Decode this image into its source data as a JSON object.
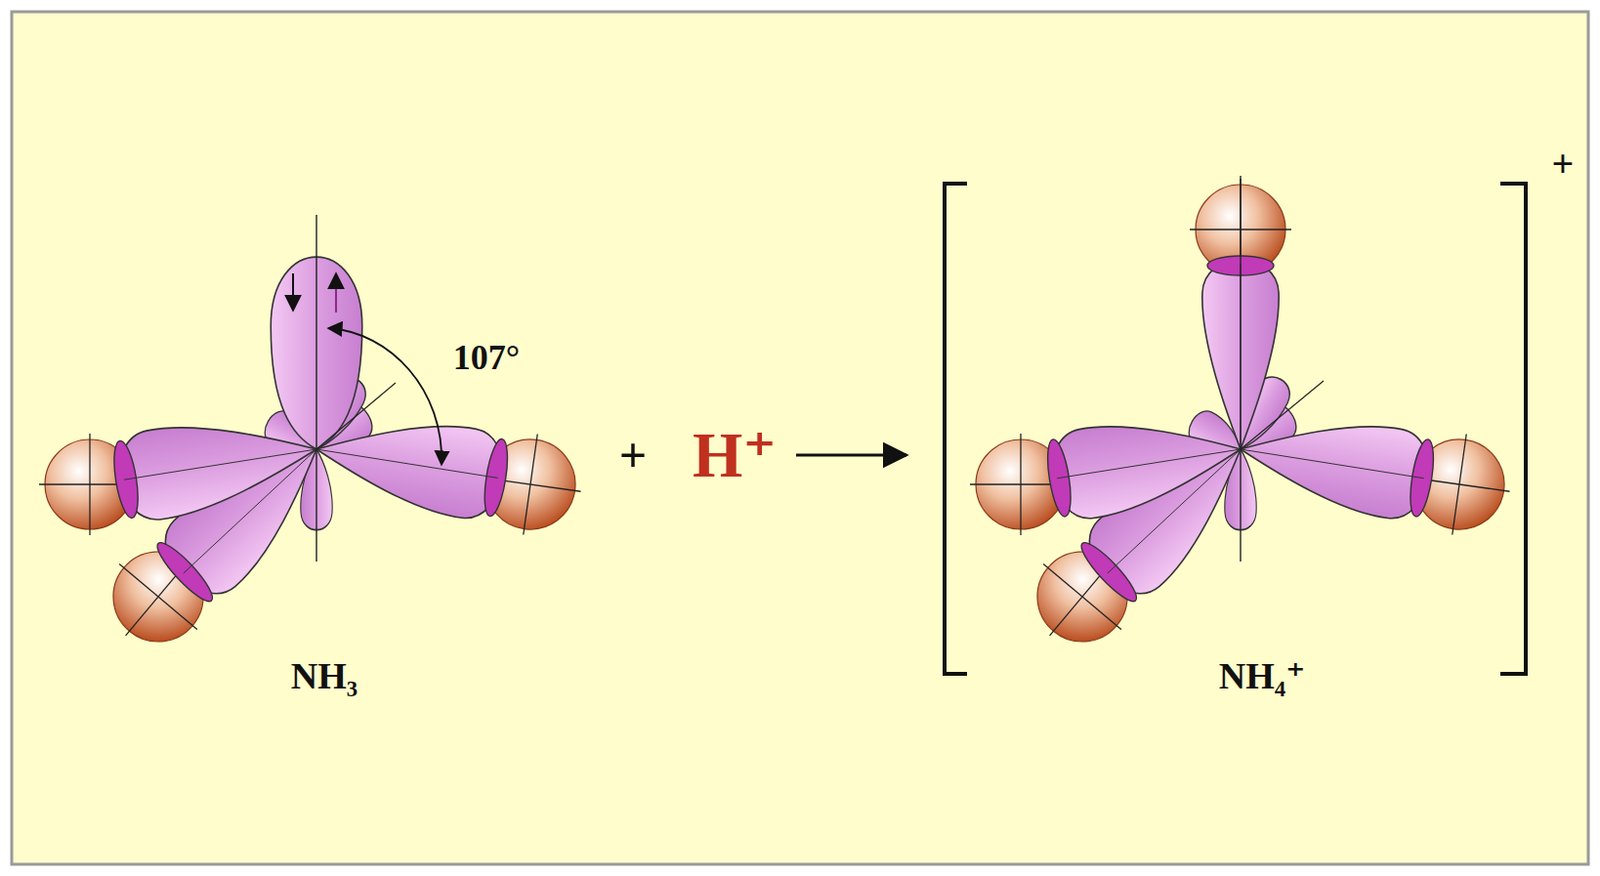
{
  "diagram": {
    "labels": [
      "107°",
      "NH₃",
      "+",
      "H⁺",
      "NH₄⁺",
      "+"
    ]
  }
}
